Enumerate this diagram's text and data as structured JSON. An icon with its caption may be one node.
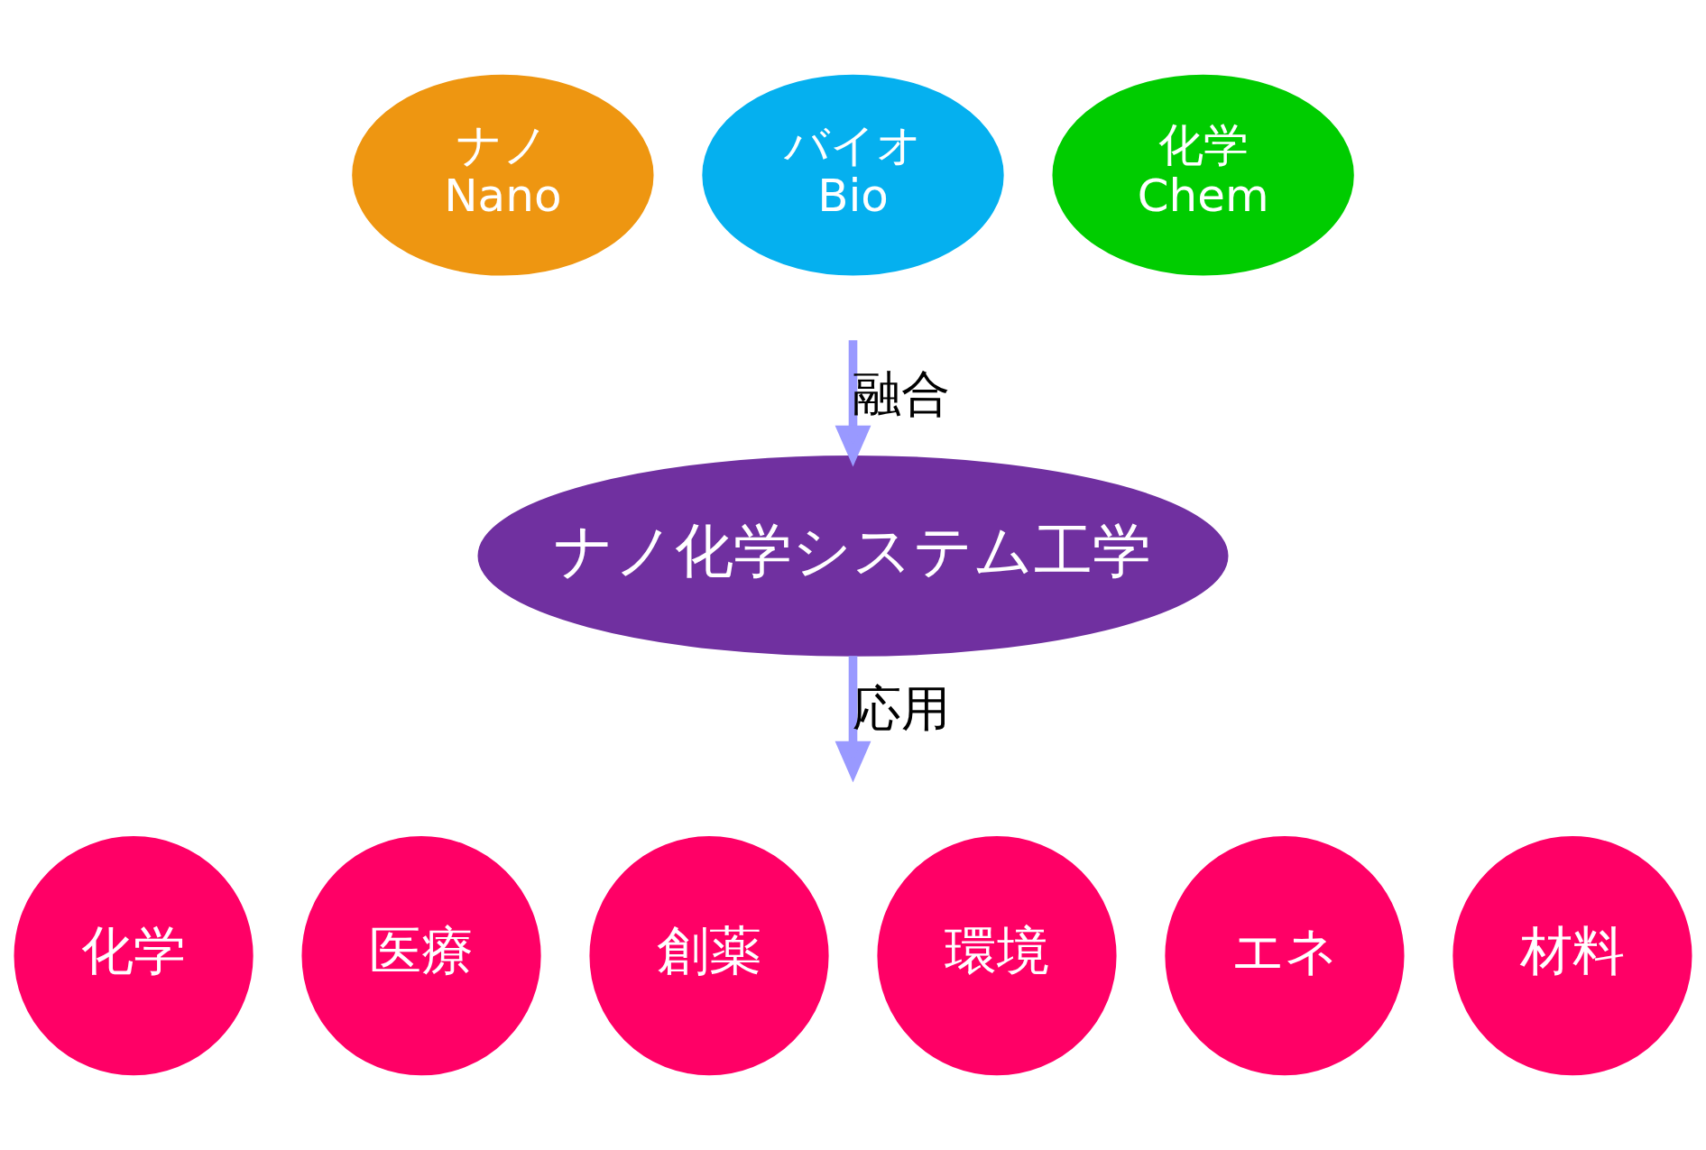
{
  "diagram": {
    "nodes": [
      {
        "text": [
          "ナノ",
          "Nano"
        ]
      },
      {
        "text": [
          "バイオ",
          "Bio"
        ]
      },
      {
        "text": [
          "化学",
          "Chem"
        ]
      },
      {
        "text": [
          "ナノ化学システム工学"
        ]
      },
      {
        "text": [
          "化学"
        ]
      },
      {
        "text": [
          "医療"
        ]
      },
      {
        "text": [
          "創薬"
        ]
      },
      {
        "text": [
          "環境"
        ]
      },
      {
        "text": [
          "エネ"
        ]
      },
      {
        "text": [
          "材料"
        ]
      }
    ],
    "edges": [
      {
        "from": null,
        "to": 3,
        "arrow": "to",
        "label": "融合"
      },
      {
        "from": 3,
        "to": null,
        "arrow": "to",
        "label": "応用"
      }
    ]
  }
}
